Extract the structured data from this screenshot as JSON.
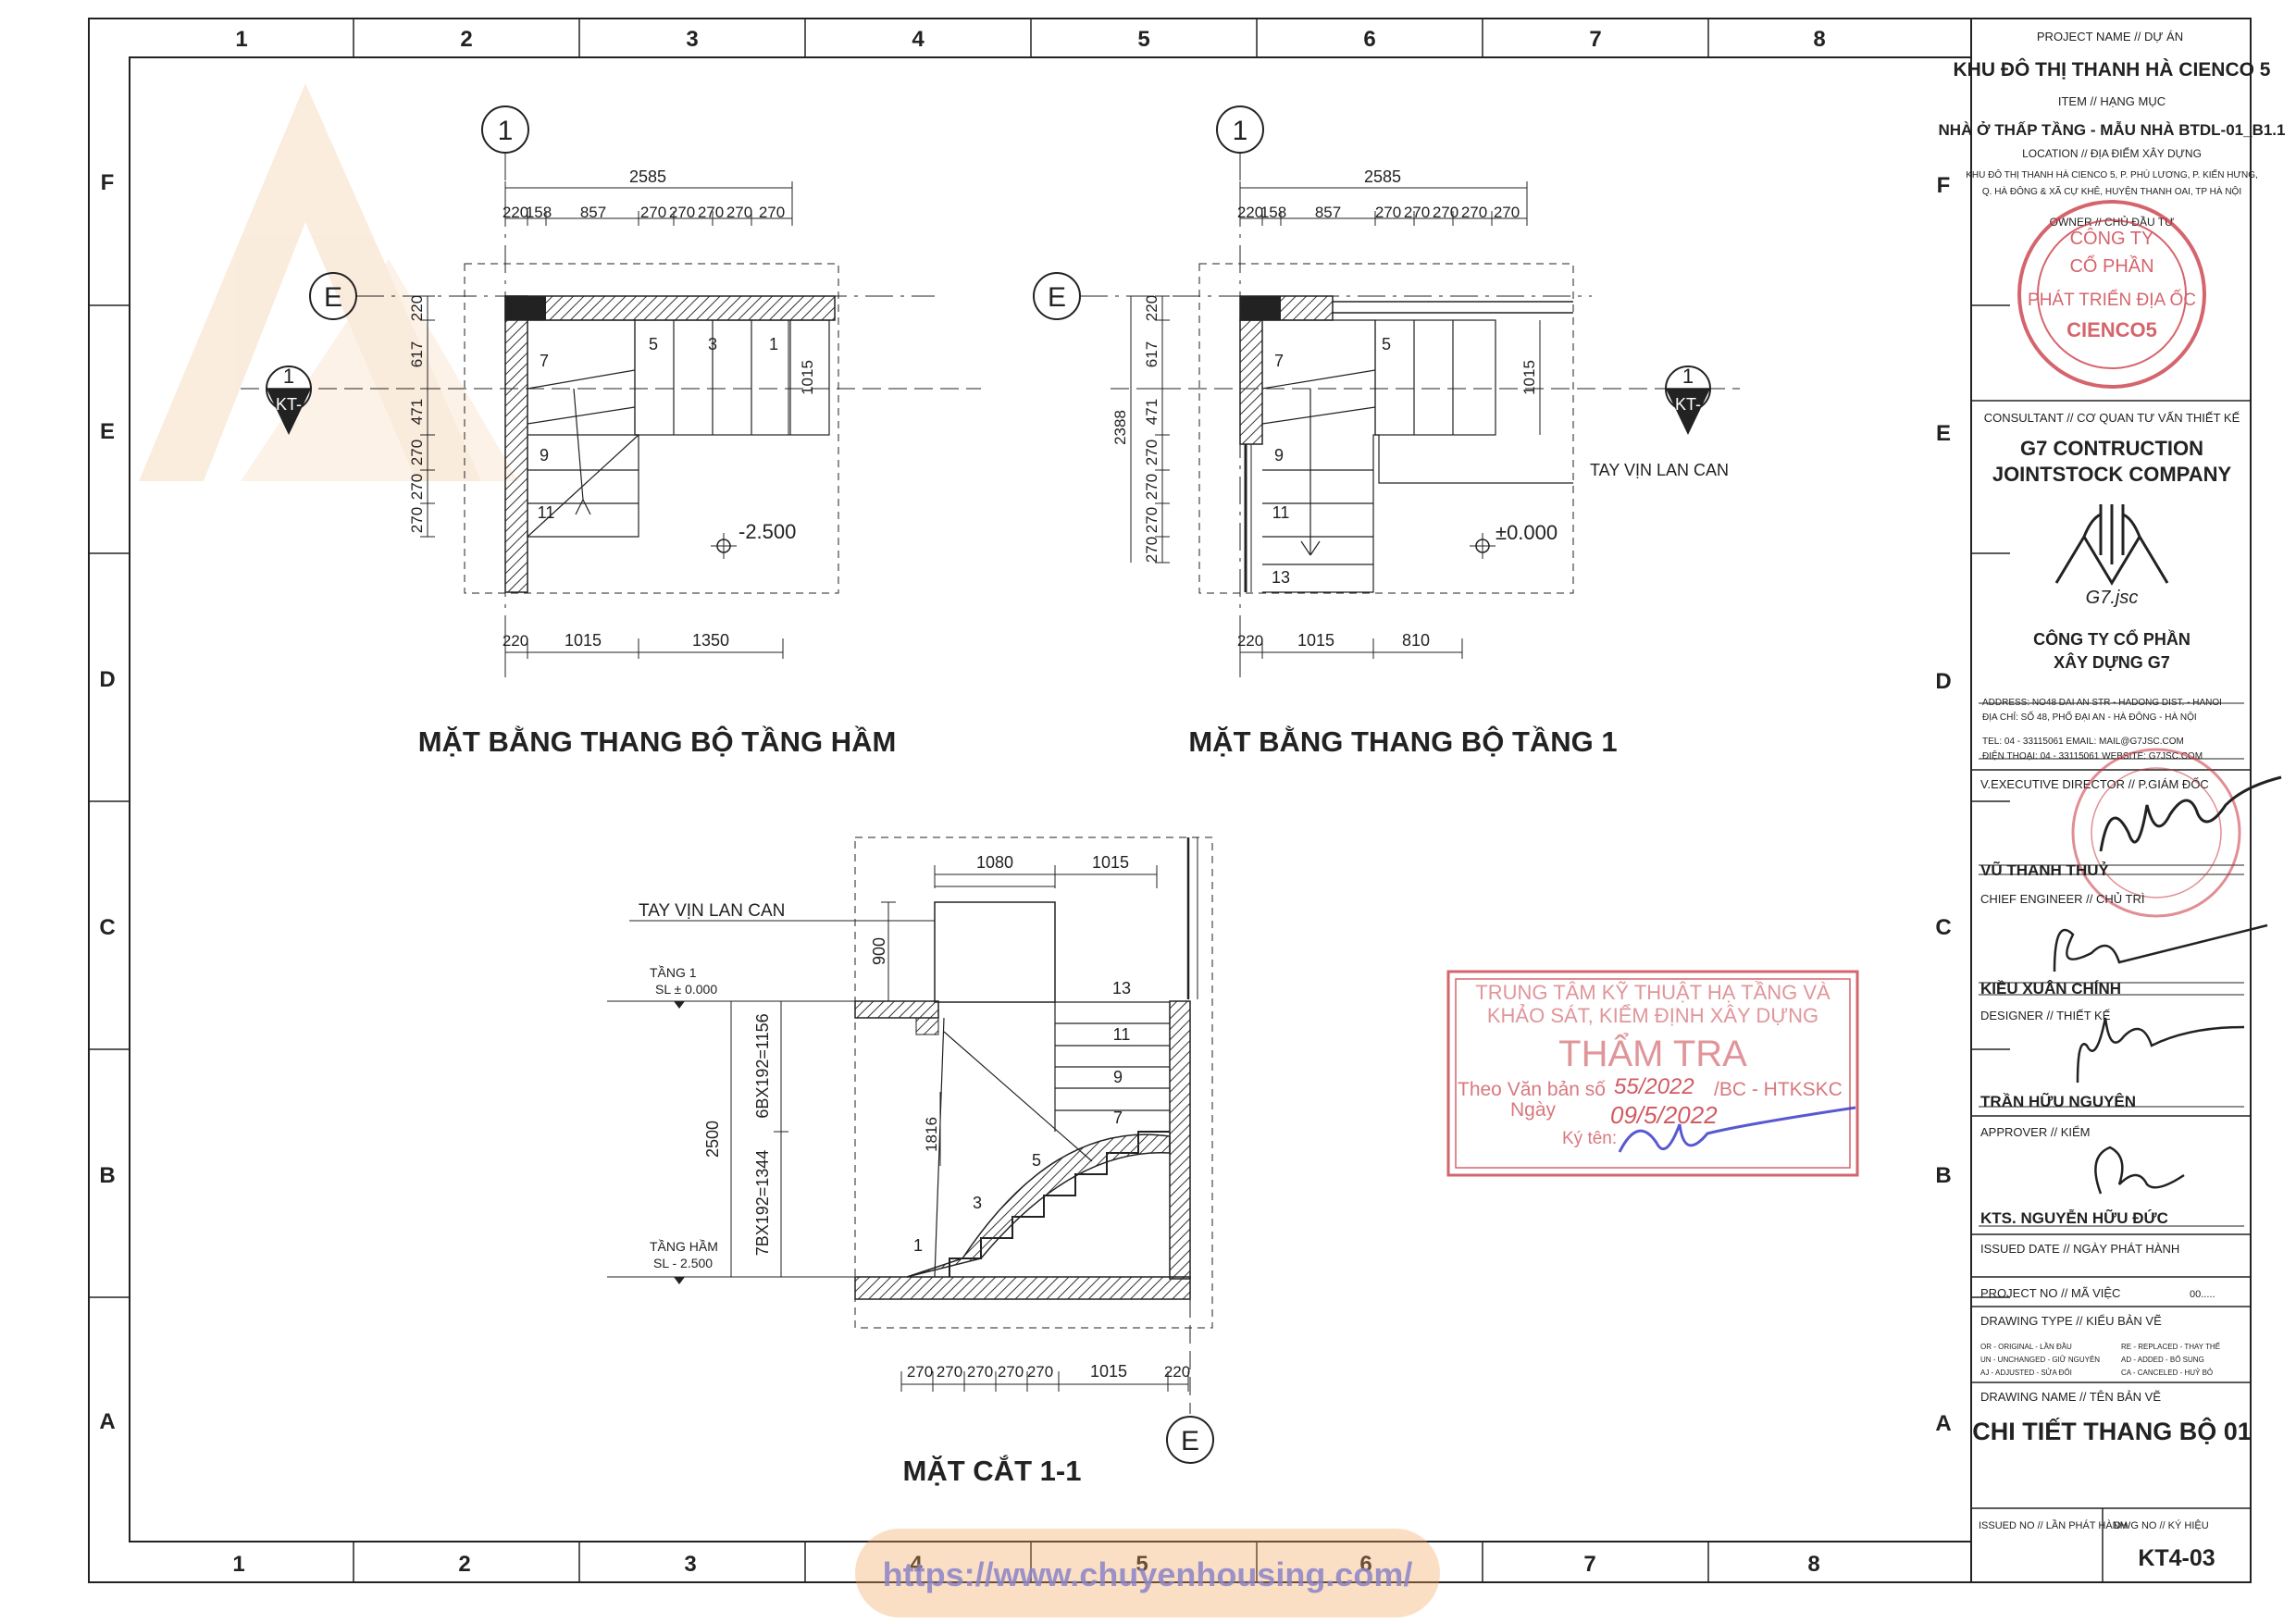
{
  "grid": {
    "cols": [
      "1",
      "2",
      "3",
      "4",
      "5",
      "6",
      "7",
      "8"
    ],
    "rows": [
      "F",
      "E",
      "D",
      "C",
      "B",
      "A"
    ]
  },
  "title_block": {
    "project_label": "PROJECT NAME // DỰ ÁN",
    "project_name": "KHU ĐÔ THỊ THANH HÀ CIENCO 5",
    "item_label": "ITEM // HẠNG MỤC",
    "item_name": "NHÀ Ở THẤP TẦNG - MẪU NHÀ BTDL-01_B1.1",
    "location_label": "LOCATION // ĐỊA ĐIỂM XÂY DỰNG",
    "location_line1": "KHU ĐÔ THỊ THANH HÀ CIENCO 5, P. PHÚ LƯƠNG, P. KIẾN HƯNG,",
    "location_line2": "Q. HÀ ĐÔNG & XÃ CỰ KHÊ, HUYỆN THANH OAI, TP HÀ NỘI",
    "owner_label": "OWNER // CHỦ ĐẦU TƯ",
    "owner_stamp": [
      "CÔNG TY",
      "CỔ PHẦN",
      "PHÁT TRIỂN ĐỊA ỐC",
      "CIENCO5"
    ],
    "consultant_label": "CONSULTANT // CƠ QUAN TƯ VẤN THIẾT KẾ",
    "consultant_name1": "G7 CONTRUCTION",
    "consultant_name2": "JOINTSTOCK COMPANY",
    "logo_text": "G7.jsc",
    "company_vn1": "CÔNG TY CỔ PHẦN",
    "company_vn2": "XÂY DỰNG G7",
    "address_lines": [
      "ADDRESS:    NO48 DAI AN STR - HADONG DIST. - HANOI",
      "ĐỊA CHỈ:     SỐ 48, PHỐ ĐẠI AN - HÀ ĐÔNG - HÀ NỘI",
      "TEL:           04 - 33115061        EMAIL: MAIL@G7JSC.COM",
      "ĐIỆN THOẠI: 04 - 33115061      WEBSITE:    G7JSC.COM"
    ],
    "director_label": "V.EXECUTIVE DIRECTOR // P.GIÁM ĐỐC",
    "director_name": "VŨ THANH THUỶ",
    "chief_label": "CHIEF ENGINEER // CHỦ TRÌ",
    "chief_name": "KIỀU XUÂN CHÍNH",
    "designer_label": "DESIGNER // THIẾT KẾ",
    "designer_name": "TRẦN HỮU NGUYÊN",
    "approver_label": "APPROVER // KIỂM",
    "approver_name": "KTS. NGUYỄN HỮU ĐỨC",
    "issued_date_label": "ISSUED DATE // NGÀY PHÁT HÀNH",
    "project_no_label": "PROJECT NO // MÃ VIỆC",
    "project_no": "00.....",
    "drawing_type_label": "DRAWING TYPE // KIỂU BẢN VẼ",
    "drawing_type_legend": [
      "OR - ORIGINAL  - LẦN ĐẦU",
      "UN - UNCHANGED - GIỮ NGUYÊN",
      "AJ - ADJUSTED  - SỬA ĐỔI",
      "RE - REPLACED  - THAY THẾ",
      "AD - ADDED     - BỔ SUNG",
      "CA - CANCELED  - HUỶ BỎ"
    ],
    "drawing_name_label": "DRAWING NAME // TÊN BẢN VẼ",
    "drawing_name": "CHI TIẾT THANG BỘ 01",
    "issued_no_label": "ISSUED NO // LẦN PHÁT HÀNH",
    "dwg_no_label": "DWG NO // KÝ HIỆU",
    "dwg_no": "KT4-03"
  },
  "plan_basement": {
    "title": "MẶT BẰNG THANG BỘ TẦNG HẦM",
    "axis_1": "1",
    "axis_e": "E",
    "section_mark_num": "1",
    "section_mark_ref": "KT-",
    "top_total": "2585",
    "top_dims": [
      "220",
      "158",
      "857",
      "270",
      "270",
      "270",
      "270",
      "270"
    ],
    "left_dims": [
      "220",
      "617",
      "471",
      "270",
      "270",
      "270"
    ],
    "right_dim": "1015",
    "bottom_dims": [
      "220",
      "1015",
      "1350"
    ],
    "steps": [
      "1",
      "3",
      "5",
      "7",
      "9",
      "11"
    ],
    "level": "-2.500"
  },
  "plan_ground": {
    "title": "MẶT BẰNG THANG BỘ TẦNG 1",
    "axis_1": "1",
    "axis_e": "E",
    "section_mark_num": "1",
    "section_mark_ref": "KT-",
    "top_total": "2585",
    "top_dims": [
      "220",
      "158",
      "857",
      "270",
      "270",
      "270",
      "270",
      "270"
    ],
    "left_total": "2388",
    "left_dims": [
      "220",
      "617",
      "471",
      "270",
      "270",
      "270",
      "270"
    ],
    "right_dim": "1015",
    "bottom_dims": [
      "220",
      "1015",
      "810"
    ],
    "steps": [
      "5",
      "7",
      "9",
      "11",
      "13"
    ],
    "handrail_label": "TAY VỊN LAN CAN",
    "level": "±0.000"
  },
  "section": {
    "title": "MẶT CẮT 1-1",
    "handrail_label": "TAY VỊN LAN CAN",
    "floor1_label": "TẦNG 1",
    "floor1_level": "SL ± 0.000",
    "basement_label": "TẦNG HẦM",
    "basement_level": "SL - 2.500",
    "top_dims": [
      "1080",
      "1015"
    ],
    "rail_height": "900",
    "total_height": "2500",
    "upper_flight": "6BX192=1156",
    "lower_flight": "7BX192=1344",
    "diag_dim": "1816",
    "steps": [
      "1",
      "3",
      "5",
      "7",
      "9",
      "11",
      "13"
    ],
    "bottom_dims": [
      "270",
      "270",
      "270",
      "270",
      "270",
      "1015",
      "220"
    ],
    "axis_e": "E"
  },
  "review_stamp": {
    "line1": "TRUNG TÂM KỸ THUẬT HẠ TẦNG VÀ",
    "line2": "KHẢO SÁT, KIỂM ĐỊNH XÂY DỰNG",
    "title": "THẨM TRA",
    "doc_prefix": "Theo Văn bản số",
    "doc_no": "55/2022",
    "doc_suffix": "/BC - HTKSKC",
    "date_label": "Ngày",
    "date": "09/5/2022",
    "sign_label": "Ký tên:"
  },
  "watermark_url": "https://www.chuyenhousing.com/",
  "colors": {
    "stamp_red": "#c8323c",
    "review_red": "#c84048",
    "ink_blue": "#3b3cc8",
    "watermark_orange": "#f0a35a",
    "line": "#222222"
  }
}
